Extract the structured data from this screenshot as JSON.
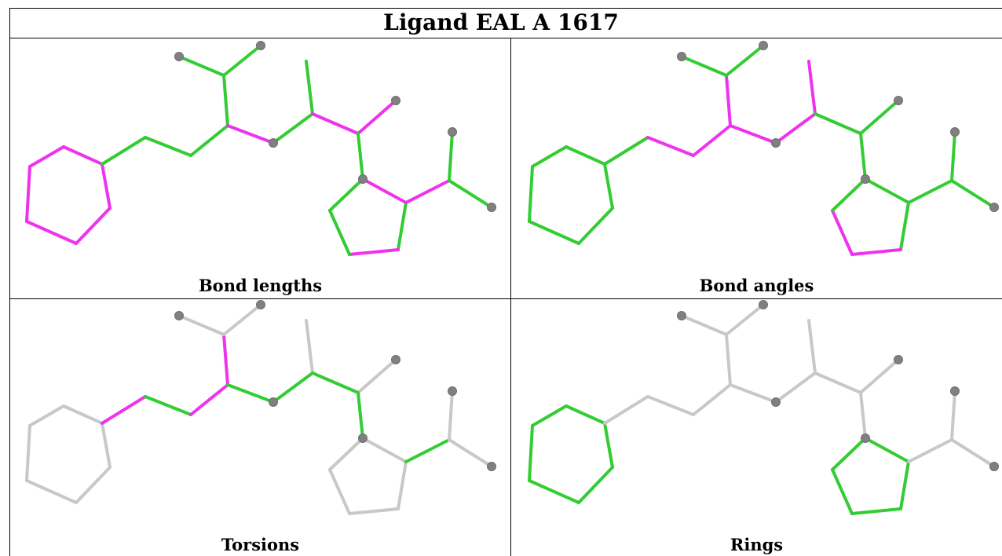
{
  "title": "Ligand EAL A 1617",
  "colors": {
    "outlier": "#ee33ee",
    "ok": "#33cc33",
    "neutral": "#c8c8c8",
    "atom": "#808080",
    "border": "#000000"
  },
  "panels": [
    {
      "id": "bond-lengths",
      "label": "Bond lengths"
    },
    {
      "id": "bond-angles",
      "label": "Bond angles"
    },
    {
      "id": "torsions",
      "label": "Torsions"
    },
    {
      "id": "rings",
      "label": "Rings"
    }
  ]
}
